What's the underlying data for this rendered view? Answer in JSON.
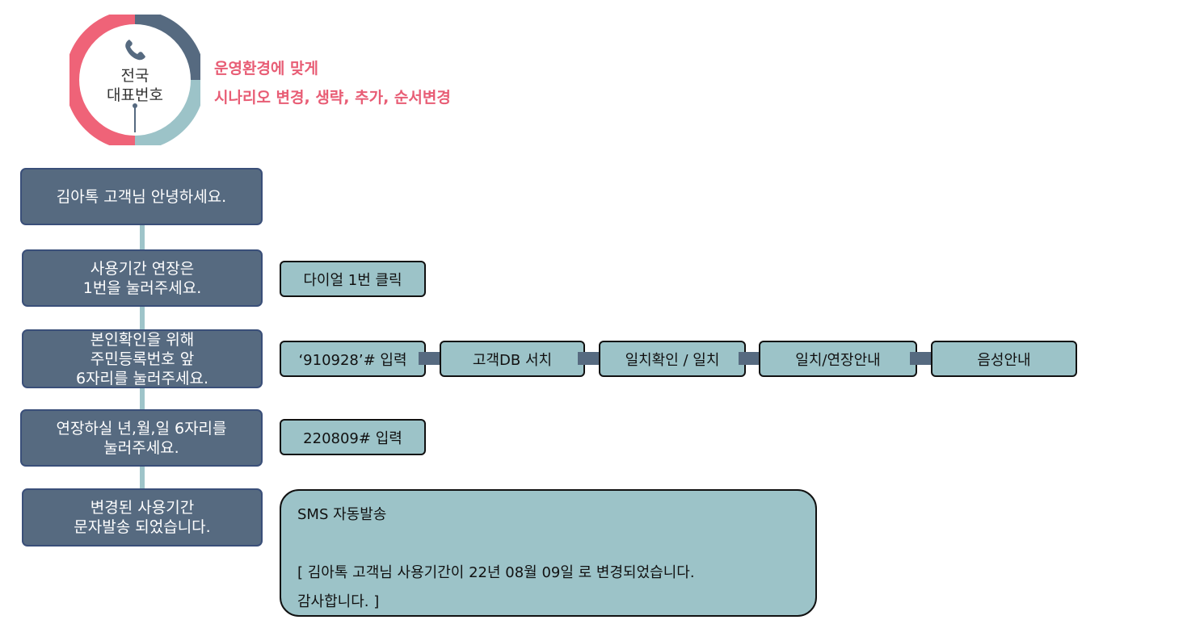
{
  "header": {
    "ring_label_line1": "전국",
    "ring_label_line2": "대표번호",
    "icon": "phone-icon",
    "tagline_line1": "운영환경에 맞게",
    "tagline_line2": "시나리오 변경, 생략, 추가, 순서변경"
  },
  "steps": [
    {
      "label": "김아톡 고객님 안녕하세요."
    },
    {
      "label": "사용기간 연장은\n1번을 눌러주세요."
    },
    {
      "label": "본인확인을 위해\n주민등록번호 앞\n6자리를 눌러주세요."
    },
    {
      "label": "연장하실 년,월,일 6자리를\n눌러주세요."
    },
    {
      "label": "변경된 사용기간\n문자발송 되었습니다."
    }
  ],
  "actions": {
    "dial": "다이얼 1번 클릭",
    "id_flow": [
      "‘910928’# 입력",
      "고객DB 서치",
      "일치확인 / 일치",
      "일치/연장안내",
      "음성안내"
    ],
    "date_input": "220809# 입력",
    "sms_title": "SMS 자동발송",
    "sms_body_line1": "[ 김아톡 고객님 사용기간이 22년 08월 09일 로 변경되었습니다.",
    "sms_body_line2": "감사합니다. ]"
  },
  "colors": {
    "step_fill": "#566a80",
    "step_border": "#3a4f79",
    "action_fill": "#9cc3c8",
    "accent_pink": "#e85d75",
    "ring_dark": "#566a80",
    "ring_light": "#9cc3c8",
    "connector": "#9ec4c9"
  }
}
